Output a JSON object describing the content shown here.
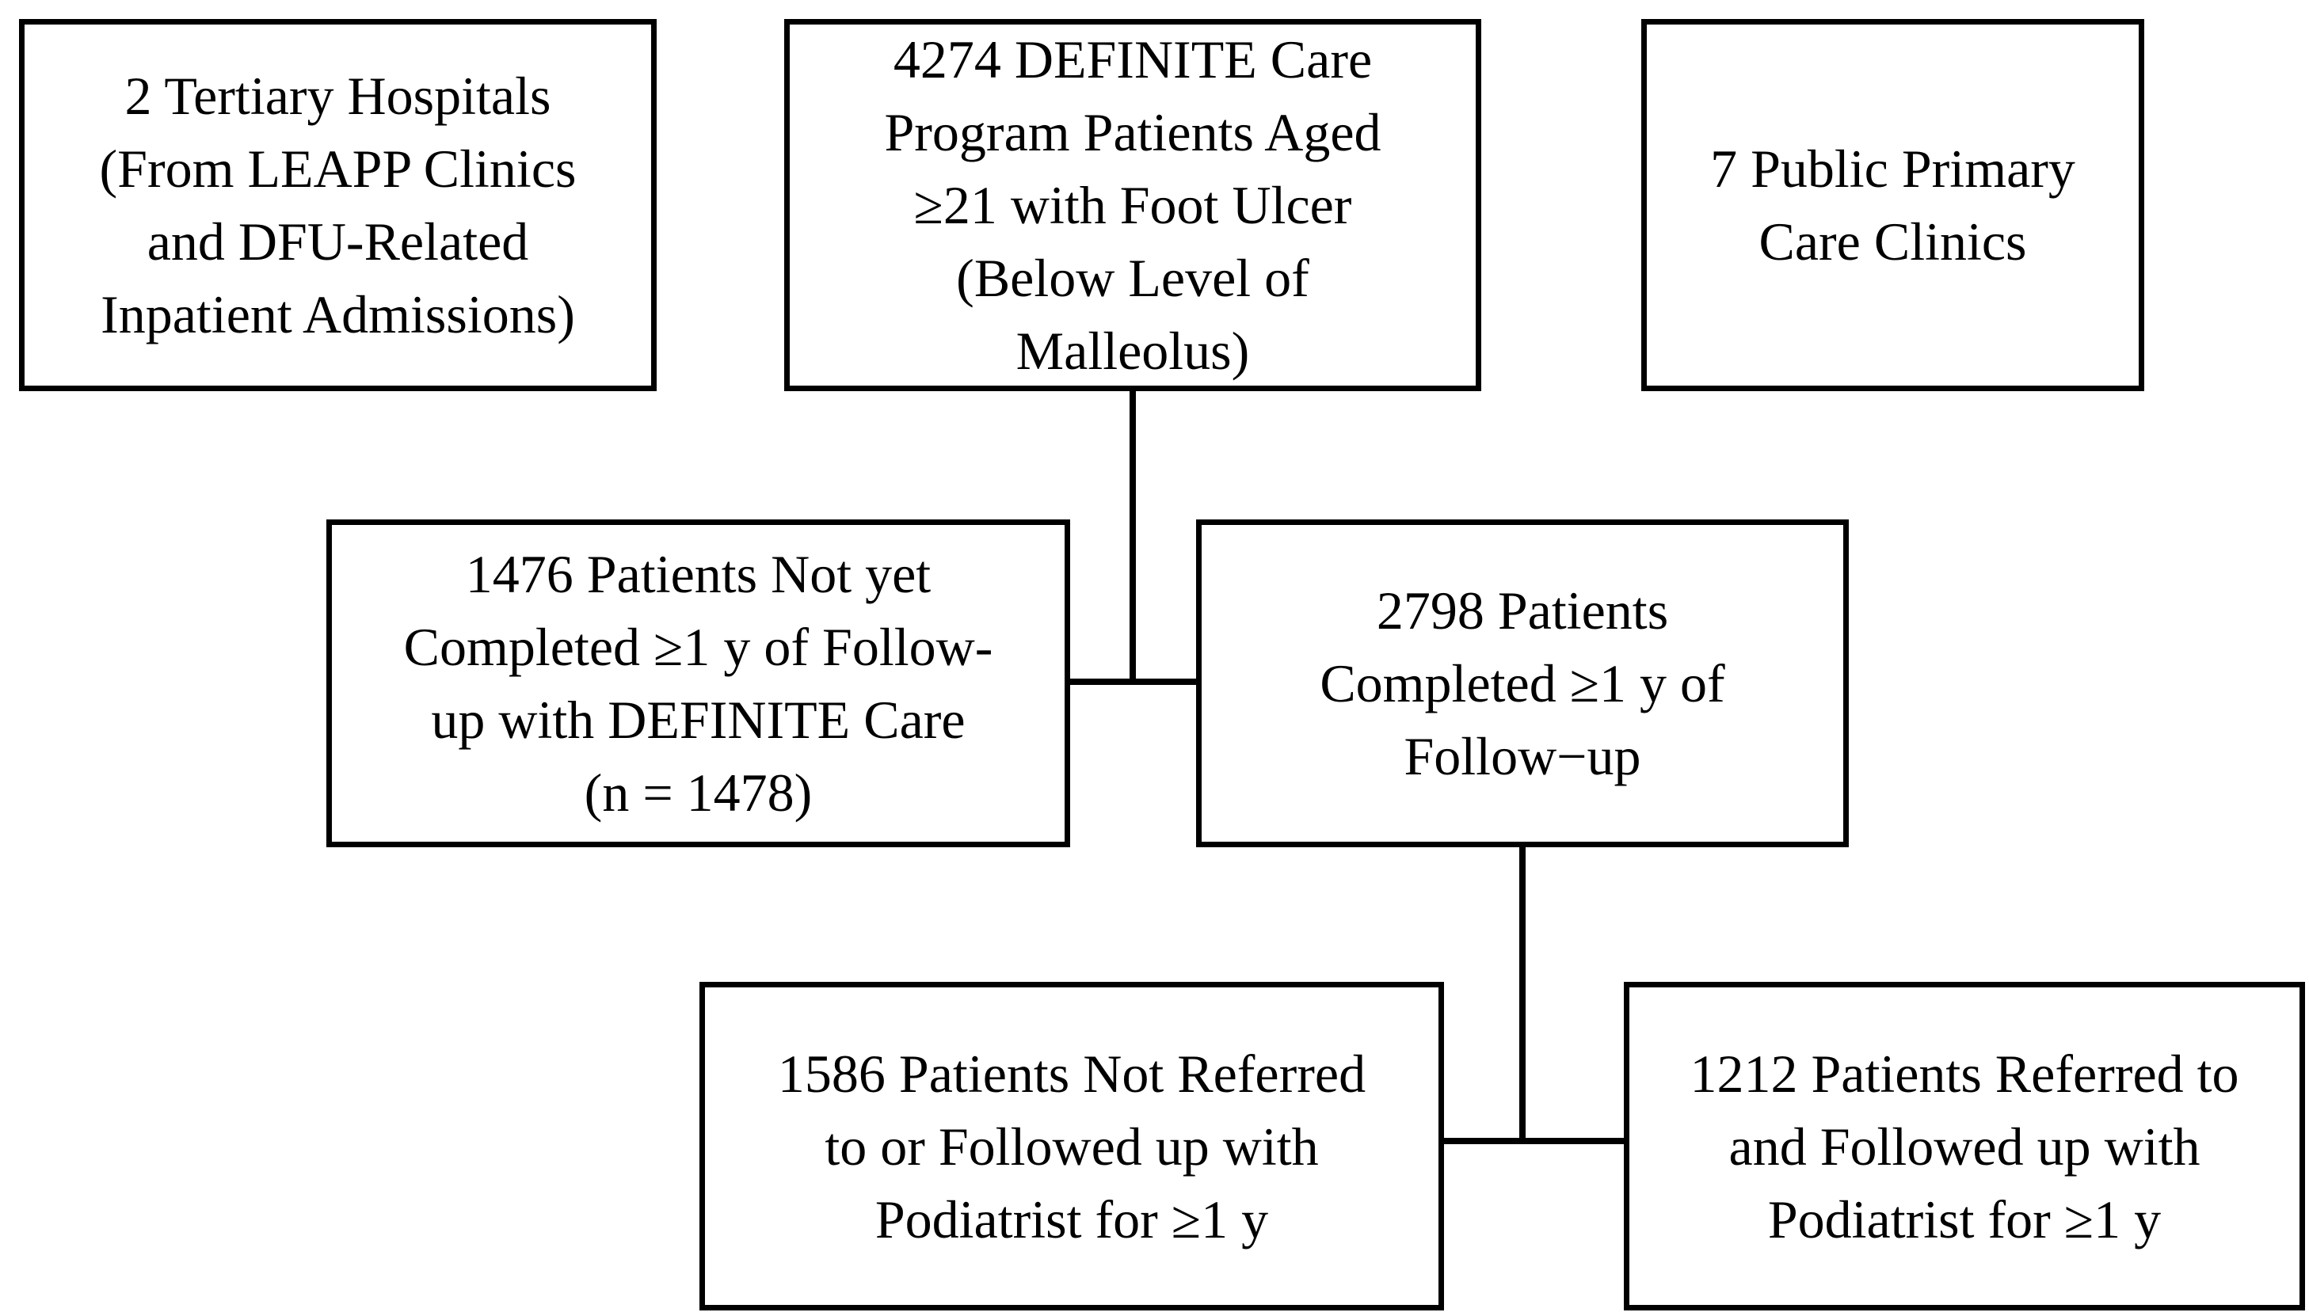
{
  "boxes": {
    "tertiary_hospitals": "2 Tertiary Hospitals\n(From LEAPP Clinics\nand DFU-Related\nInpatient Admissions)",
    "definite_care_patients": "4274 DEFINITE Care\nProgram Patients Aged\n≥21 with Foot Ulcer\n(Below Level of\nMalleolus)",
    "primary_care_clinics": "7 Public Primary\nCare Clinics",
    "not_completed_followup": "1476 Patients Not yet\nCompleted ≥1 y of Follow-\nup with DEFINITE Care\n(n = 1478)",
    "completed_followup": "2798 Patients\nCompleted ≥1 y of\nFollow−up",
    "not_referred_podiatrist": "1586 Patients Not Referred\nto or Followed up with\nPodiatrist for ≥1 y",
    "referred_podiatrist": "1212 Patients Referred to\nand Followed up with\nPodiatrist for ≥1 y"
  },
  "colors": {
    "border": "#000000",
    "background": "#ffffff",
    "text": "#000000"
  }
}
